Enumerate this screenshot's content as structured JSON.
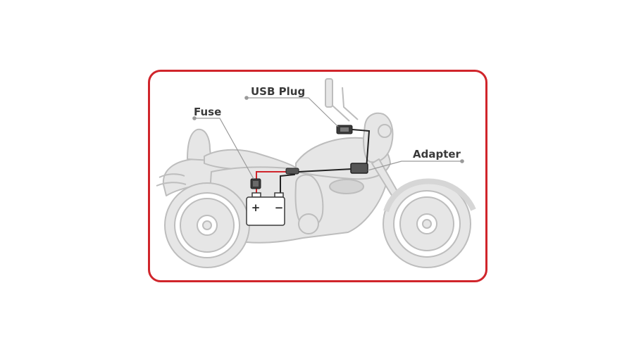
{
  "labels": {
    "usb_plug": "USB Plug",
    "fuse": "Fuse",
    "adapter": "Adapter"
  },
  "battery": {
    "plus": "+",
    "minus": "−"
  },
  "colors": {
    "frame": "#d0252b",
    "bike_outline": "#bdbdbd",
    "bike_fill": "#e6e6e6",
    "positive_wire": "#d0252b",
    "wire": "#222222",
    "leader": "#9a9a9a"
  }
}
